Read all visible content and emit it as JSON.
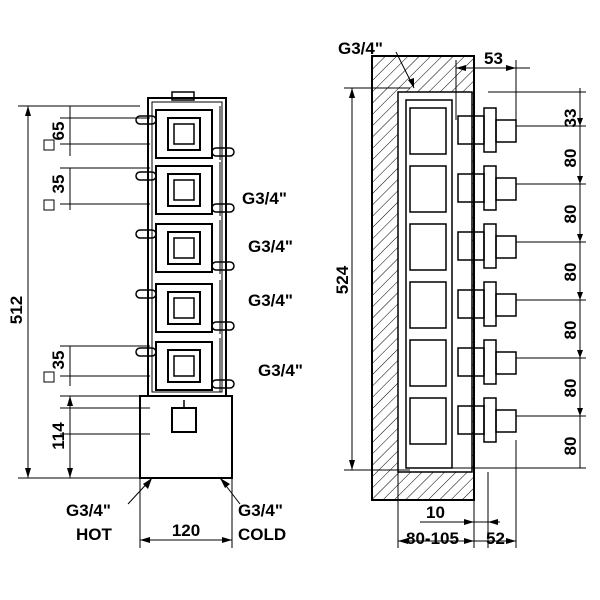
{
  "front_view": {
    "dim_total_height": "512",
    "dim_65": "65",
    "dim_35_upper": "35",
    "dim_35_lower": "35",
    "dim_114": "114",
    "dim_width_120": "120",
    "outlet_labels": [
      "G3/4\"",
      "G3/4\"",
      "G3/4\"",
      "G3/4\""
    ],
    "hot_thread": "G3/4\"",
    "hot_label": "HOT",
    "cold_thread": "G3/4\"",
    "cold_label": "COLD"
  },
  "side_view": {
    "top_thread": "G3/4\"",
    "dim_53": "53",
    "dim_524": "524",
    "dim_33": "33",
    "dim_80_list": [
      "80",
      "80",
      "80",
      "80",
      "80",
      "80"
    ],
    "dim_10": "10",
    "dim_80_105": "80-105",
    "dim_52": "52"
  }
}
